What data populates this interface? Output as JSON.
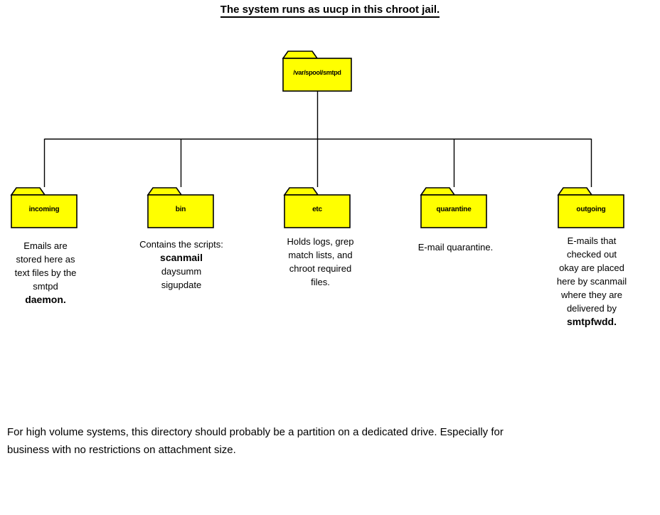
{
  "page": {
    "title": "The system runs as uucp in this chroot jail.",
    "background_color": "#ffffff",
    "folder_fill_color": "#ffff00",
    "folder_stroke_color": "#000000",
    "text_color": "#000000"
  },
  "tree": {
    "root": {
      "label": "/var/spool/smtpd",
      "icon": "folder-icon"
    },
    "children": [
      {
        "label": "incoming",
        "icon": "folder-icon",
        "caption_lines": [
          {
            "text": "Emails are",
            "bold": false
          },
          {
            "text": "stored here as",
            "bold": false
          },
          {
            "text": "text files by the",
            "bold": false
          },
          {
            "text": "smtpd",
            "bold": false
          },
          {
            "text": "daemon.",
            "bold": true
          }
        ],
        "caption_plain": "Emails are stored here as text files by the smtpd daemon."
      },
      {
        "label": "bin",
        "icon": "folder-icon",
        "caption_lines": [
          {
            "text": "Contains the scripts:",
            "bold": false
          },
          {
            "text": "scanmail",
            "bold": true
          },
          {
            "text": "daysumm",
            "bold": false
          },
          {
            "text": "sigupdate",
            "bold": false
          }
        ],
        "caption_plain": "Contains the scripts: scanmail daysumm sigupdate"
      },
      {
        "label": "etc",
        "icon": "folder-icon",
        "caption_lines": [
          {
            "text": "Holds logs, grep",
            "bold": false
          },
          {
            "text": "match lists, and",
            "bold": false
          },
          {
            "text": "chroot required",
            "bold": false
          },
          {
            "text": "files.",
            "bold": false
          }
        ],
        "caption_plain": "Holds logs, grep match lists, and chroot required files."
      },
      {
        "label": "quarantine",
        "icon": "folder-icon",
        "caption_lines": [
          {
            "text": "E-mail quarantine.",
            "bold": false
          }
        ],
        "caption_plain": "E-mail quarantine."
      },
      {
        "label": "outgoing",
        "icon": "folder-icon",
        "caption_lines": [
          {
            "text": "E-mails that",
            "bold": false
          },
          {
            "text": "checked out",
            "bold": false
          },
          {
            "text": "okay are placed",
            "bold": false
          },
          {
            "text": "here by scanmail",
            "bold": false
          },
          {
            "text": "where they are",
            "bold": false
          },
          {
            "text": "delivered by",
            "bold": false
          },
          {
            "text": "smtpfwdd.",
            "bold": true
          }
        ],
        "caption_plain": "E-mails that checked out okay are placed here by scanmail where they are delivered by smtpfwdd."
      }
    ]
  },
  "footer": {
    "line1": "For high volume systems, this directory should probably be a partition on a dedicated drive.  Especially for",
    "line2": "business with no restrictions on attachment size."
  }
}
